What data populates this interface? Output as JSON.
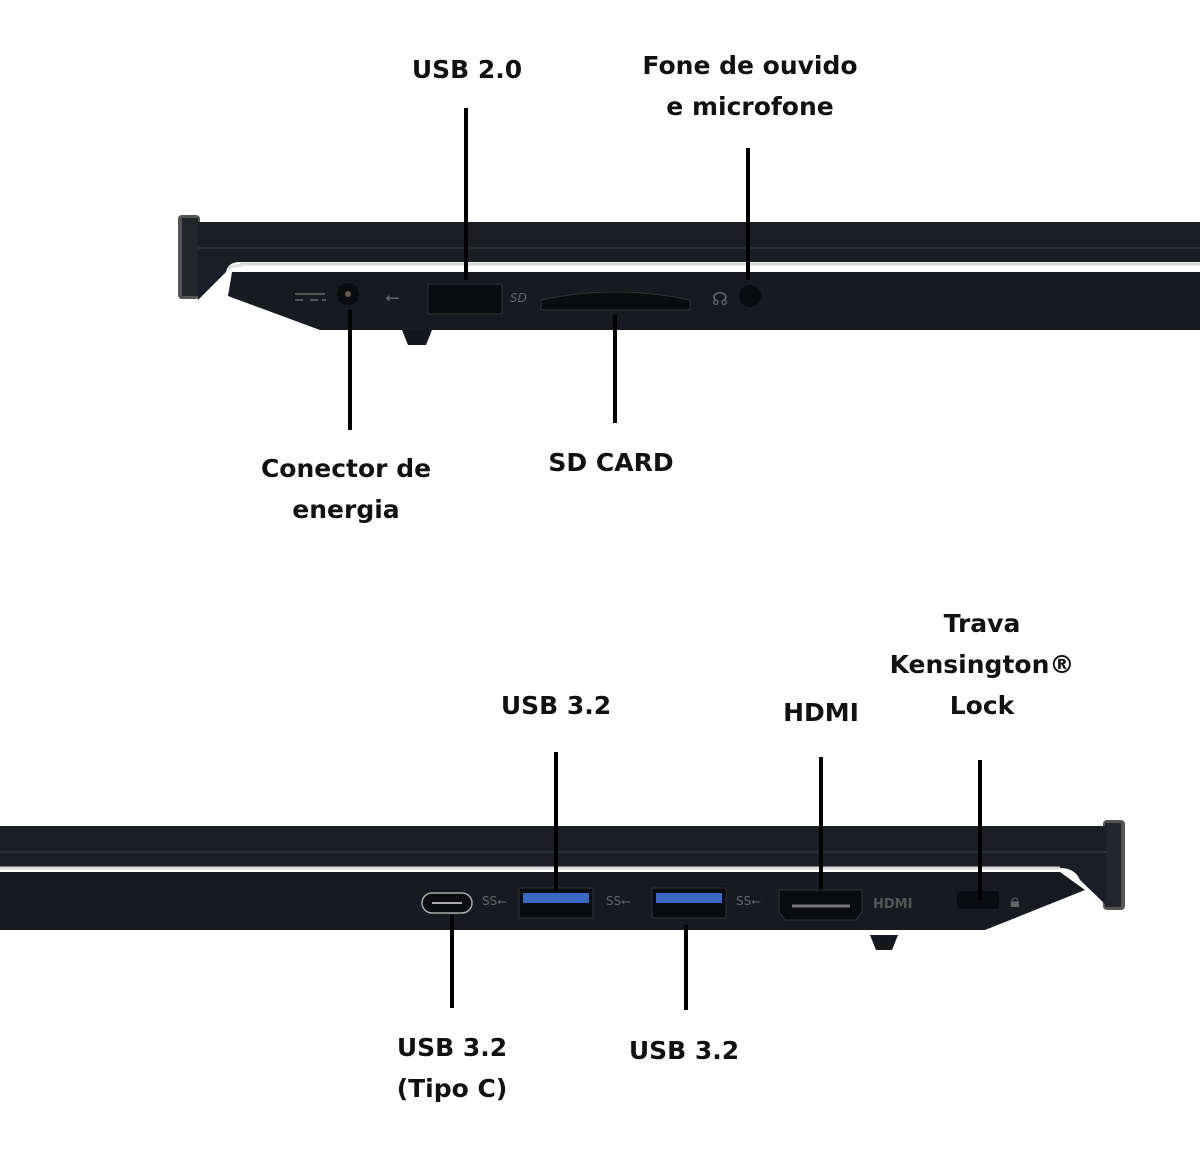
{
  "colors": {
    "chassis": "#1b1e25",
    "chassis_dark": "#101217",
    "usb3_blue": "#3a67c4",
    "leader": "#000000"
  },
  "left_side": {
    "usb2": {
      "lines": [
        "USB 2.0"
      ]
    },
    "headphone_mic": {
      "lines": [
        "Fone de ouvido",
        "e microfone"
      ]
    },
    "power": {
      "lines": [
        "Conector de",
        "energia"
      ]
    },
    "sd_card": {
      "lines": [
        "SD CARD"
      ]
    }
  },
  "right_side": {
    "usb32_top": {
      "lines": [
        "USB 3.2"
      ]
    },
    "hdmi": {
      "lines": [
        "HDMI"
      ],
      "port_marking": "HDMI"
    },
    "kensington": {
      "lines": [
        "Trava",
        "Kensington®",
        "Lock"
      ]
    },
    "usb32_typec": {
      "lines": [
        "USB 3.2",
        "(Tipo C)"
      ]
    },
    "usb32_bottom": {
      "lines": [
        "USB 3.2"
      ]
    }
  }
}
